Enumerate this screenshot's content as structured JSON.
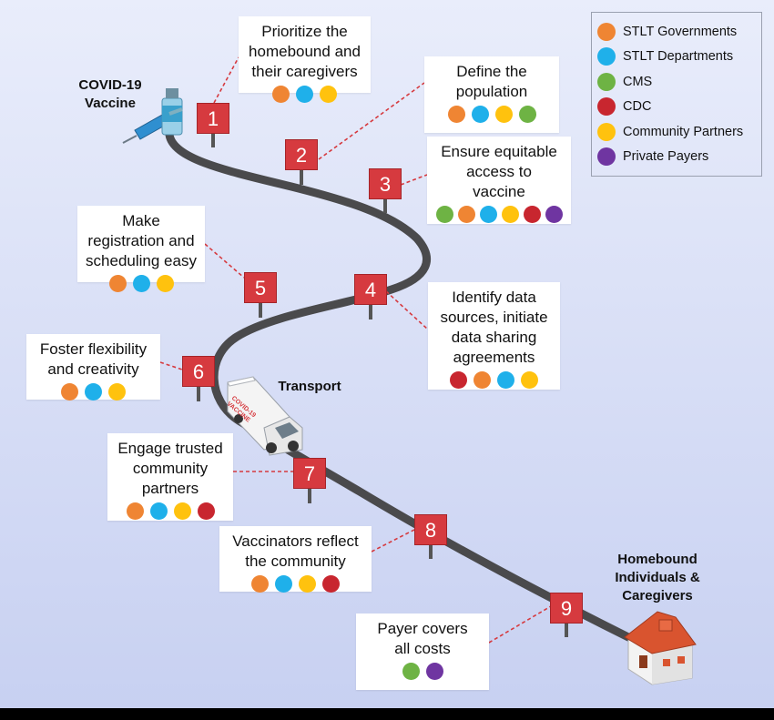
{
  "colors": {
    "stlt_gov": "#ef8533",
    "stlt_dept": "#1fb0ea",
    "cms": "#6eb344",
    "cdc": "#c8262f",
    "community": "#ffc20e",
    "private": "#6f35a1",
    "sign": "#d63a3f",
    "road": "#4a4a4c"
  },
  "legend": [
    {
      "label": "STLT Governments",
      "color": "#ef8533"
    },
    {
      "label": "STLT Departments",
      "color": "#1fb0ea"
    },
    {
      "label": "CMS",
      "color": "#6eb344"
    },
    {
      "label": "CDC",
      "color": "#c8262f"
    },
    {
      "label": "Community Partners",
      "color": "#ffc20e"
    },
    {
      "label": "Private Payers",
      "color": "#6f35a1"
    }
  ],
  "labels": {
    "vaccine": "COVID-19\nVaccine",
    "transport": "Transport",
    "destination": "Homebound\nIndividuals &\nCaregivers",
    "truck_text": "COVID-19\nVACCINE"
  },
  "steps": [
    {
      "number": "1",
      "text": "Prioritize the\nhomebound and\ntheir caregivers",
      "dots": [
        "#ef8533",
        "#1fb0ea",
        "#ffc20e"
      ]
    },
    {
      "number": "2",
      "text": "Define the\npopulation",
      "dots": [
        "#ef8533",
        "#1fb0ea",
        "#ffc20e",
        "#6eb344"
      ]
    },
    {
      "number": "3",
      "text": "Ensure equitable\naccess to\nvaccine",
      "dots": [
        "#6eb344",
        "#ef8533",
        "#1fb0ea",
        "#ffc20e",
        "#c8262f",
        "#6f35a1"
      ]
    },
    {
      "number": "4",
      "text": "Identify data\nsources, initiate\ndata sharing\nagreements",
      "dots": [
        "#c8262f",
        "#ef8533",
        "#1fb0ea",
        "#ffc20e"
      ]
    },
    {
      "number": "5",
      "text": "Make\nregistration and\nscheduling easy",
      "dots": [
        "#ef8533",
        "#1fb0ea",
        "#ffc20e"
      ]
    },
    {
      "number": "6",
      "text": "Foster flexibility\nand creativity",
      "dots": [
        "#ef8533",
        "#1fb0ea",
        "#ffc20e"
      ]
    },
    {
      "number": "7",
      "text": "Engage trusted\ncommunity\npartners",
      "dots": [
        "#ef8533",
        "#1fb0ea",
        "#ffc20e",
        "#c8262f"
      ]
    },
    {
      "number": "8",
      "text": "Vaccinators reflect\nthe community",
      "dots": [
        "#ef8533",
        "#1fb0ea",
        "#ffc20e",
        "#c8262f"
      ]
    },
    {
      "number": "9",
      "text": "Payer covers\nall costs",
      "dots": [
        "#6eb344",
        "#6f35a1"
      ]
    }
  ]
}
